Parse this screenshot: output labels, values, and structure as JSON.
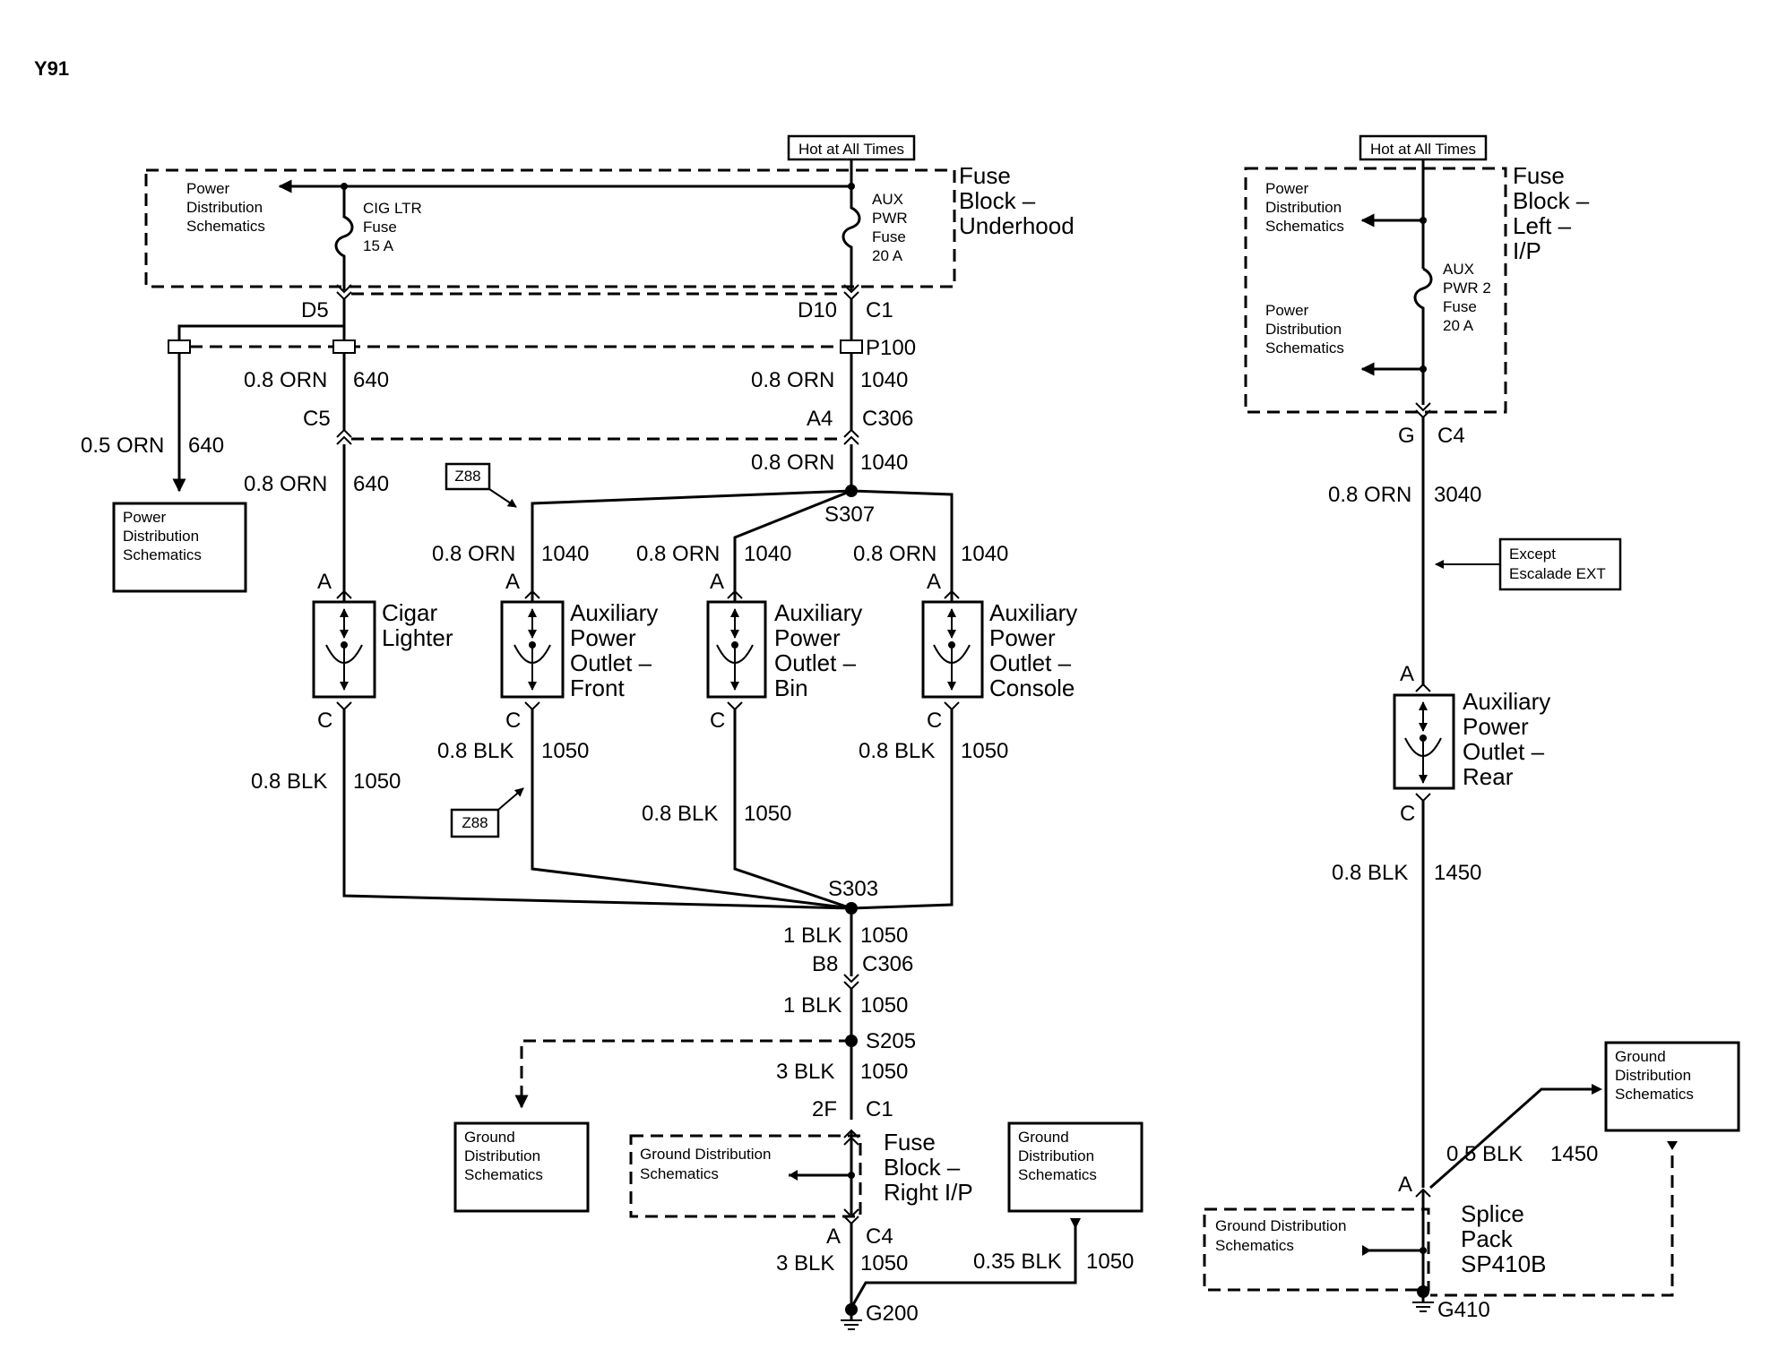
{
  "page": {
    "title": "Y91"
  },
  "labels": {
    "hot_at_all_times": "Hot at All Times",
    "power_dist": [
      "Power",
      "Distribution",
      "Schematics"
    ],
    "ground_dist": [
      "Ground",
      "Distribution",
      "Schematics"
    ],
    "ground_dist_inline": [
      "Ground Distribution",
      "Schematics"
    ],
    "fuse_block_underhood": [
      "Fuse",
      "Block –",
      "Underhood"
    ],
    "fuse_block_left": [
      "Fuse",
      "Block –",
      "Left –",
      "I/P"
    ],
    "fuse_block_right": [
      "Fuse",
      "Block –",
      "Right I/P"
    ],
    "cig_ltr_fuse": [
      "CIG LTR",
      "Fuse",
      "15 A"
    ],
    "aux_pwr_fuse": [
      "AUX",
      "PWR",
      "Fuse",
      "20 A"
    ],
    "aux_pwr2_fuse": [
      "AUX",
      "PWR 2",
      "Fuse",
      "20 A"
    ],
    "z88": "Z88",
    "except_escalade": [
      "Except",
      "Escalade EXT"
    ],
    "splice_pack": [
      "Splice",
      "Pack",
      "SP410B"
    ]
  },
  "components": {
    "cigar_lighter": [
      "Cigar",
      "Lighter"
    ],
    "aux_front": [
      "Auxiliary",
      "Power",
      "Outlet –",
      "Front"
    ],
    "aux_bin": [
      "Auxiliary",
      "Power",
      "Outlet –",
      "Bin"
    ],
    "aux_console": [
      "Auxiliary",
      "Power",
      "Outlet –",
      "Console"
    ],
    "aux_rear": [
      "Auxiliary",
      "Power",
      "Outlet –",
      "Rear"
    ]
  },
  "connectors": {
    "d5": "D5",
    "d10": "D10",
    "c1": "C1",
    "p100": "P100",
    "c5": "C5",
    "a4": "A4",
    "c306": "C306",
    "b8": "B8",
    "f2": "2F",
    "a": "A",
    "c": "C",
    "c4": "C4",
    "g": "G"
  },
  "splices": {
    "s307": "S307",
    "s303": "S303",
    "s205": "S205"
  },
  "grounds": {
    "g200": "G200",
    "g410": "G410"
  },
  "wires": {
    "orn08": "0.8 ORN",
    "orn05": "0.5 ORN",
    "blk08": "0.8 BLK",
    "blk1": "1 BLK",
    "blk3": "3 BLK",
    "blk035": "0.35 BLK",
    "blk05": "0.5 BLK",
    "c640": "640",
    "c1040": "1040",
    "c1050": "1050",
    "c3040": "3040",
    "c1450": "1450"
  }
}
